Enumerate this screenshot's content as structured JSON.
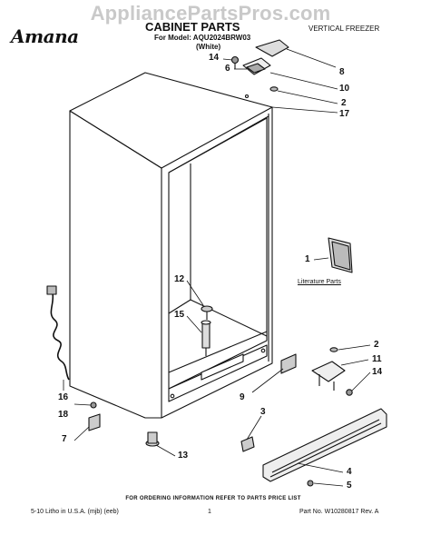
{
  "watermark": "AppliancePartsPros.com",
  "brand": "Amana",
  "header": {
    "title": "CABINET PARTS",
    "model_line": "For Model: AQU2024BRW03",
    "color": "(White)",
    "category": "VERTICAL FREEZER"
  },
  "callouts": {
    "c14a": "14",
    "c6": "6",
    "c8": "8",
    "c10": "10",
    "c2a": "2",
    "c17": "17",
    "c1": "1",
    "c12": "12",
    "c15": "15",
    "c2b": "2",
    "c11": "11",
    "c14b": "14",
    "c9": "9",
    "c3": "3",
    "c16": "16",
    "c18": "18",
    "c7": "7",
    "c13": "13",
    "c4": "4",
    "c5": "5"
  },
  "literature_label": "Literature Parts",
  "footer": {
    "order_info": "FOR ORDERING INFORMATION REFER TO PARTS PRICE LIST",
    "left": "5-10 Litho in U.S.A. (mjb) (eeb)",
    "page": "1",
    "part_no": "Part No. W10280817 Rev. A"
  }
}
